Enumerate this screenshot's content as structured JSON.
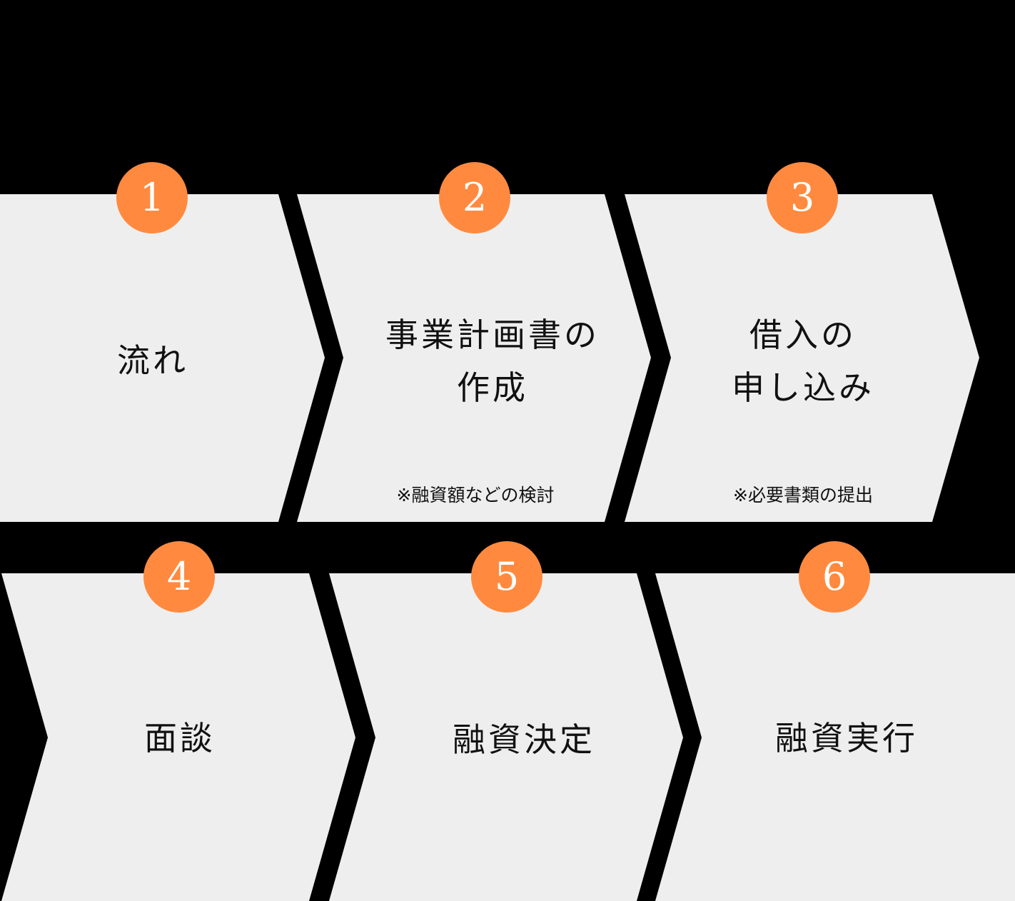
{
  "colors": {
    "background": "#000000",
    "card": "#eeeeee",
    "badge": "#ff8a3f",
    "text": "#111111"
  },
  "steps": [
    {
      "number": "1",
      "lines": [
        "流れ"
      ]
    },
    {
      "number": "2",
      "lines": [
        "事業計画書の",
        "作成"
      ],
      "note": "※融資額などの検討"
    },
    {
      "number": "3",
      "lines": [
        "借入の",
        "申し込み"
      ],
      "note": "※必要書類の提出"
    },
    {
      "number": "4",
      "lines": [
        "面談"
      ]
    },
    {
      "number": "5",
      "lines": [
        "融資決定"
      ]
    },
    {
      "number": "6",
      "lines": [
        "融資実行"
      ]
    }
  ]
}
